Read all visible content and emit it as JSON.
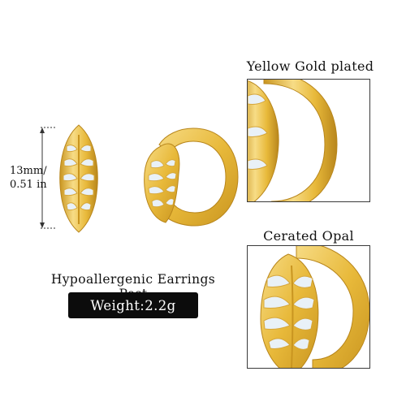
{
  "callouts": {
    "top_label": "Yellow Gold plated",
    "bottom_label": "Cerated Opal"
  },
  "dimension": {
    "line1": "13mm/",
    "line2": "0.51 in"
  },
  "features": {
    "hypoallergenic": "Hypoallergenic Earrings Post",
    "weight": "Weight:2.2g"
  },
  "colors": {
    "gold": "#e8b93a",
    "gold_dark": "#c99520",
    "gold_light": "#f7dc86",
    "opal": "#e9f1f7",
    "badge_bg": "#0c0c0c"
  }
}
